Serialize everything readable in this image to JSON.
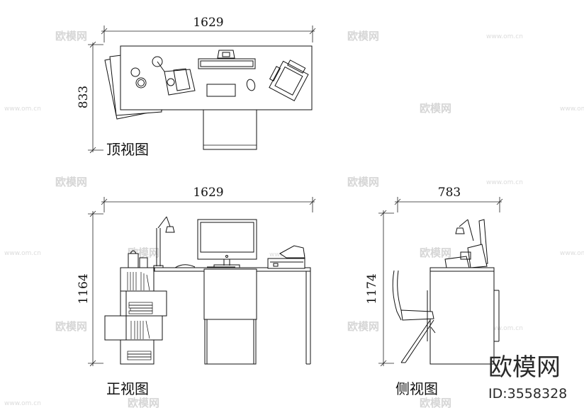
{
  "top_view": {
    "width_dim": "1629",
    "depth_dim": "833",
    "label": "顶视图"
  },
  "front_view": {
    "width_dim": "1629",
    "height_dim": "1164",
    "label": "正视图"
  },
  "side_view": {
    "width_dim": "783",
    "height_dim": "1174",
    "label": "侧视图"
  },
  "watermark": {
    "logo_text": "欧模网",
    "site_text": "www.om.cn"
  },
  "brand": {
    "name": "欧模网",
    "id_text": "ID:3558328"
  }
}
